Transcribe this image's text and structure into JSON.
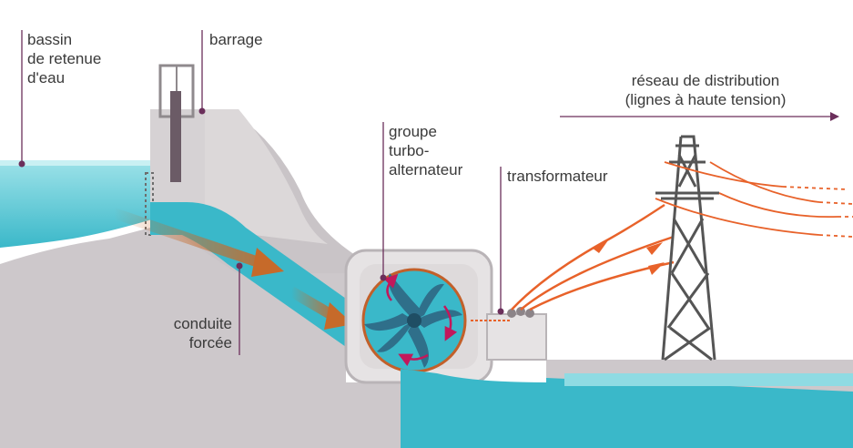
{
  "labels": {
    "reservoir": [
      "bassin",
      "de retenue",
      "d'eau"
    ],
    "dam": "barrage",
    "turbine": [
      "groupe",
      "turbo-",
      "alternateur"
    ],
    "transformer": "transformateur",
    "grid": [
      "réseau de distribution",
      "(lignes à haute tension)"
    ],
    "penstock": [
      "conduite",
      "forcée"
    ]
  },
  "colors": {
    "water": "#3ab8c9",
    "water_light": "#8fdbe3",
    "ground": "#cdc8cb",
    "dam": "#e3e0e1",
    "leader": "#6b2f5b",
    "flow_arrow": "#c66a2a",
    "cable": "#e8622a",
    "rotation_arrows": "#c2185b",
    "pylon": "#555555"
  }
}
